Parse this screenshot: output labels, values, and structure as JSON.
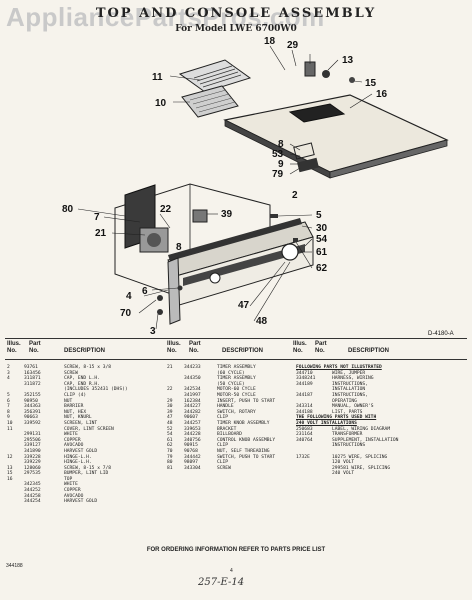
{
  "watermark": "AppliancePartsPros.com",
  "title": "TOP AND CONSOLE ASSEMBLY",
  "subtitle": "For Model LWE 6700W0",
  "figure_id": "D-4180-A",
  "callouts": [
    "11",
    "18",
    "29",
    "13",
    "15",
    "16",
    "10",
    "8",
    "53",
    "9",
    "79",
    "80",
    "7",
    "22",
    "39",
    "21",
    "5",
    "30",
    "54",
    "61",
    "62",
    "4",
    "6",
    "70",
    "3",
    "47",
    "48",
    "8",
    "2"
  ],
  "table_headers": {
    "illus_no": [
      "Illus.",
      "No."
    ],
    "part_no": [
      "Part",
      "No."
    ],
    "description": "DESCRIPTION"
  },
  "columns": [
    [
      {
        "illus": "2",
        "part": "93761",
        "desc": "SCREW, 8-15 x 3/8"
      },
      {
        "illus": "3",
        "part": "163456",
        "desc": "SCREW"
      },
      {
        "illus": "4",
        "part": "311871",
        "desc": "CAP, END L.H."
      },
      {
        "illus": "",
        "part": "311872",
        "desc": "CAP, END R.H."
      },
      {
        "illus": "",
        "part": "",
        "desc": "(INCLUDES 352431 (DHS))"
      },
      {
        "illus": "5",
        "part": "352155",
        "desc": "CLIP (4)"
      },
      {
        "illus": "6",
        "part": "98950",
        "desc": "NUT"
      },
      {
        "illus": "7",
        "part": "344363",
        "desc": "BARRIER"
      },
      {
        "illus": "8",
        "part": "356391",
        "desc": "NUT, HEX"
      },
      {
        "illus": "9",
        "part": "90663",
        "desc": "NUT, KNURL"
      },
      {
        "illus": "10",
        "part": "339592",
        "desc": "SCREEN, LINT"
      },
      {
        "illus": "11",
        "part": "",
        "desc": "COVER, LINT SCREEN"
      },
      {
        "illus": "",
        "part": "299131",
        "desc": "WHITE"
      },
      {
        "illus": "",
        "part": "295506",
        "desc": "COPPER"
      },
      {
        "illus": "",
        "part": "339127",
        "desc": "AVOCADO"
      },
      {
        "illus": "",
        "part": "341890",
        "desc": "HARVEST GOLD"
      },
      {
        "illus": "12",
        "part": "339228",
        "desc": "HINGE-L.H."
      },
      {
        "illus": "",
        "part": "339229",
        "desc": "HINGE-L.H."
      },
      {
        "illus": "13",
        "part": "128060",
        "desc": "SCREW, 8-15 x 7/8"
      },
      {
        "illus": "15",
        "part": "297535",
        "desc": "BUMPER, LINT LID"
      },
      {
        "illus": "16",
        "part": "",
        "desc": "TOP"
      },
      {
        "illus": "",
        "part": "342345",
        "desc": "WHITE"
      },
      {
        "illus": "",
        "part": "344252",
        "desc": "COPPER"
      },
      {
        "illus": "",
        "part": "344258",
        "desc": "AVOCADO"
      },
      {
        "illus": "",
        "part": "344254",
        "desc": "HARVEST GOLD"
      }
    ],
    [
      {
        "illus": "21",
        "part": "344233",
        "desc": "TIMER ASSEMBLY"
      },
      {
        "illus": "",
        "part": "",
        "desc": "(60 CYCLE)"
      },
      {
        "illus": "",
        "part": "344350",
        "desc": "TIMER ASSEMBLY"
      },
      {
        "illus": "",
        "part": "",
        "desc": "(50 CYCLE)"
      },
      {
        "illus": "22",
        "part": "342534",
        "desc": "MOTOR-60 CYCLE"
      },
      {
        "illus": "",
        "part": "341997",
        "desc": "MOTOR-50 CYCLE"
      },
      {
        "illus": "29",
        "part": "162384",
        "desc": "INSERT, PUSH TO START"
      },
      {
        "illus": "30",
        "part": "344227",
        "desc": "HANDLE"
      },
      {
        "illus": "39",
        "part": "344282",
        "desc": "SWITCH, ROTARY"
      },
      {
        "illus": "47",
        "part": "90607",
        "desc": "CLIP"
      },
      {
        "illus": "48",
        "part": "344257",
        "desc": "TIMER KNOB ASSEMBLY"
      },
      {
        "illus": "52",
        "part": "339653",
        "desc": "BRACKET"
      },
      {
        "illus": "54",
        "part": "344228",
        "desc": "BILLBOARD"
      },
      {
        "illus": "61",
        "part": "340756",
        "desc": "CONTROL KNOB ASSEMBLY"
      },
      {
        "illus": "62",
        "part": "90915",
        "desc": "CLIP"
      },
      {
        "illus": "70",
        "part": "90768",
        "desc": "NUT, SELF THREADING"
      },
      {
        "illus": "79",
        "part": "344442",
        "desc": "SWITCH, PUSH TO START"
      },
      {
        "illus": "80",
        "part": "98097",
        "desc": "CLIP"
      },
      {
        "illus": "81",
        "part": "343304",
        "desc": "SCREW"
      }
    ],
    [
      {
        "type": "section",
        "desc": "FOLLOWING PARTS NOT ILLUSTRATED"
      },
      {
        "part": "344710",
        "desc": "WIRE, JUMPER"
      },
      {
        "part": "3348241",
        "desc": "HARNESS, WIRING"
      },
      {
        "part": "344189",
        "desc": "INSTRUCTIONS,"
      },
      {
        "part": "",
        "desc": "INSTALLATION"
      },
      {
        "part": "344187",
        "desc": "INSTRUCTIONS,"
      },
      {
        "part": "",
        "desc": "OPERATING"
      },
      {
        "part": "343314",
        "desc": "MANUAL, OWNER'S"
      },
      {
        "part": "344188",
        "desc": "LIST, PARTS"
      },
      {
        "type": "section",
        "desc": "THE FOLLOWING PARTS USED WITH"
      },
      {
        "type": "section",
        "desc": "240 VOLT INSTALLATIONS"
      },
      {
        "part": "250683",
        "desc": "LABEL, WIRING DIAGRAM"
      },
      {
        "part": "231164",
        "desc": "TRANSFORMER"
      },
      {
        "part": "340764",
        "desc": "SUPPLEMENT, INSTALLATION"
      },
      {
        "part": "",
        "desc": "INSTRUCTIONS"
      },
      {
        "part": "",
        "desc": ""
      },
      {
        "part": "1732E",
        "desc": "10275 WIRE, SPLICING"
      },
      {
        "part": "",
        "desc": "120 VOLT"
      },
      {
        "part": "",
        "desc": "299581 WIRE, SPLICING"
      },
      {
        "part": "",
        "desc": "240 VOLT"
      }
    ]
  ],
  "footer": "FOR ORDERING INFORMATION REFER TO PARTS PRICE LIST",
  "doc_number": "344188",
  "page_number": "4",
  "handwritten": "257-E-14"
}
